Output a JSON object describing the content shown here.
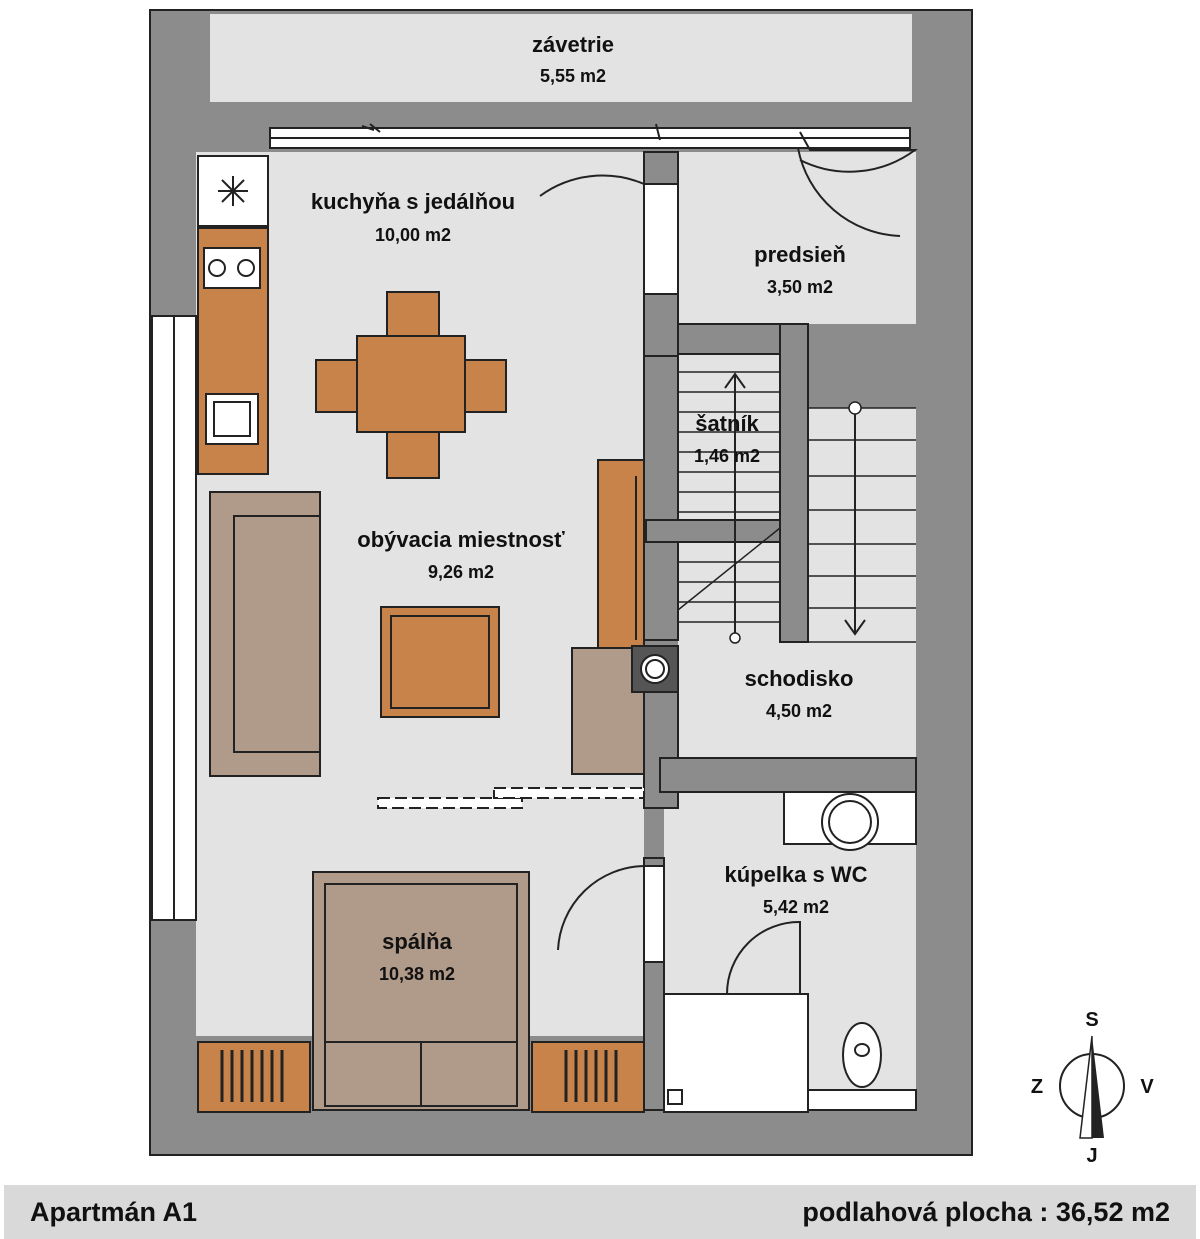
{
  "rooms": [
    {
      "id": "zavetrie",
      "name": "závetrie",
      "area": "5,55 m2"
    },
    {
      "id": "kuchyna",
      "name": "kuchyňa s jedálňou",
      "area": "10,00 m2"
    },
    {
      "id": "predsien",
      "name": "predsieň",
      "area": "3,50 m2"
    },
    {
      "id": "satnik",
      "name": "šatník",
      "area": "1,46 m2"
    },
    {
      "id": "obyvacia",
      "name": "obývacia miestnosť",
      "area": "9,26 m2"
    },
    {
      "id": "schodisko",
      "name": "schodisko",
      "area": "4,50 m2"
    },
    {
      "id": "kupelka",
      "name": "kúpelka s WC",
      "area": "5,42 m2"
    },
    {
      "id": "spalna",
      "name": "spálňa",
      "area": "10,38 m2"
    }
  ],
  "compass": {
    "north": "S",
    "south": "J",
    "west": "Z",
    "east": "V"
  },
  "footer": {
    "apartment": "Apartmán A1",
    "floor_area": "podlahová plocha : 36,52 m2"
  },
  "colors": {
    "wall": "#8c8c8c",
    "floor": "#e3e3e3",
    "wood": "#c8834a",
    "upholstery": "#b09a8a",
    "outline": "#222222"
  }
}
